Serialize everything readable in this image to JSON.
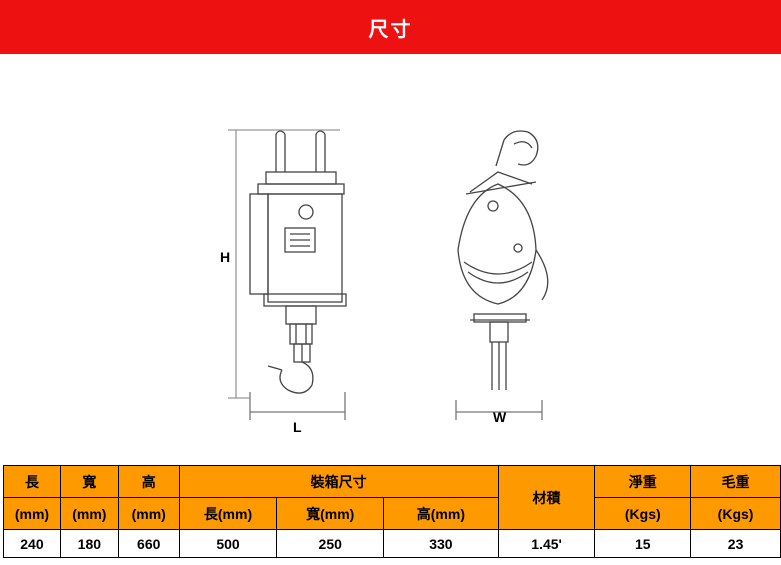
{
  "banner": {
    "title": "尺寸"
  },
  "drawing": {
    "label_h": "H",
    "label_l": "L",
    "label_w": "W"
  },
  "table": {
    "header_top": [
      "長",
      "寬",
      "高"
    ],
    "header_unit": [
      "(mm)",
      "(mm)",
      "(mm)"
    ],
    "packing_header": "裝箱尺寸",
    "packing_sub": [
      "長(mm)",
      "寬(mm)",
      "高(mm)"
    ],
    "volume_header": "材積",
    "net_weight_header": "淨重",
    "net_weight_unit": "(Kgs)",
    "gross_weight_header": "毛重",
    "gross_weight_unit": "(Kgs)",
    "values": [
      "240",
      "180",
      "660",
      "500",
      "250",
      "330",
      "1.45'",
      "15",
      "23"
    ]
  },
  "colors": {
    "banner": "#ee1111",
    "header_fill": "#ff9900"
  }
}
